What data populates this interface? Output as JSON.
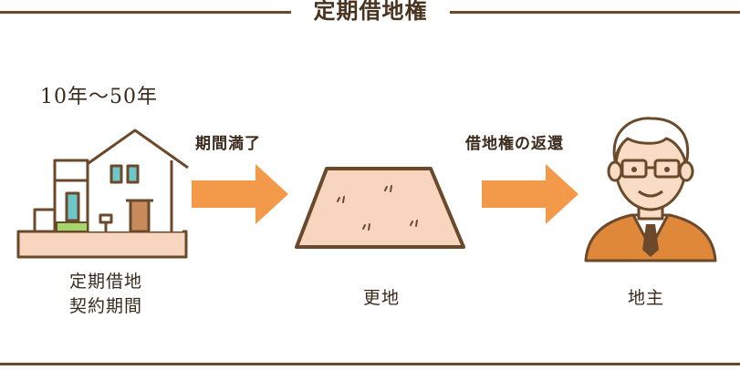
{
  "diagram": {
    "title": "定期借地権",
    "duration_label": "10年～50年",
    "arrows": [
      {
        "label": "期間満了"
      },
      {
        "label": "借地権の返還"
      }
    ],
    "nodes": {
      "house": {
        "caption_line1": "定期借地",
        "caption_line2": "契約期間"
      },
      "land": {
        "caption": "更地"
      },
      "owner": {
        "caption": "地主"
      }
    },
    "colors": {
      "frame": "#6b4a2b",
      "arrow": "#f39a4a",
      "land_fill": "#f7d5bf",
      "house_wall": "#ffffff",
      "window": "#6ec7c7",
      "sweater": "#e0883a"
    }
  }
}
